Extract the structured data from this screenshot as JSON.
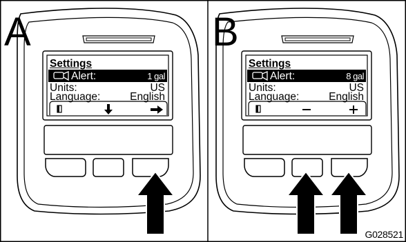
{
  "figure_id": "G028521",
  "panels": [
    {
      "letter": "A",
      "screen": {
        "title": "Settings",
        "rows": [
          {
            "label": "Alert:",
            "value": "1 gal",
            "selected": true,
            "icon": "tank-alert-icon"
          },
          {
            "label": "Units:",
            "value": "US",
            "selected": false
          },
          {
            "label": "Language:",
            "value": "English",
            "selected": false
          }
        ],
        "softkeys": [
          {
            "icon": "exit-door-icon",
            "glyph": "▌"
          },
          {
            "icon": "arrow-down-icon",
            "glyph": "⬇"
          },
          {
            "icon": "arrow-right-icon",
            "glyph": "➔"
          }
        ]
      },
      "pressed_buttons": [
        "right"
      ]
    },
    {
      "letter": "B",
      "screen": {
        "title": "Settings",
        "rows": [
          {
            "label": "Alert:",
            "value": "8 gal",
            "selected": true,
            "icon": "tank-alert-icon"
          },
          {
            "label": "Units:",
            "value": "US",
            "selected": false
          },
          {
            "label": "Language:",
            "value": "English",
            "selected": false
          }
        ],
        "softkeys": [
          {
            "icon": "exit-door-icon",
            "glyph": "▌"
          },
          {
            "icon": "minus-icon",
            "glyph": "−"
          },
          {
            "icon": "plus-icon",
            "glyph": "+"
          }
        ]
      },
      "pressed_buttons": [
        "center",
        "right"
      ]
    }
  ],
  "colors": {
    "line": "#000000",
    "background": "#ffffff",
    "selected_row": "#000000"
  }
}
